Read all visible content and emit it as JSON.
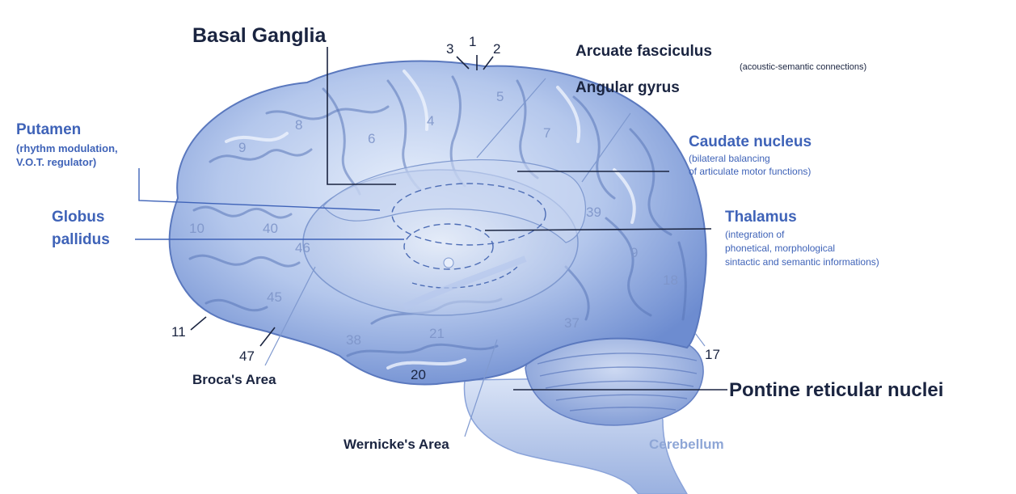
{
  "title": "Basal Ganglia",
  "labels": {
    "arcuate": "Arcuate fasciculus",
    "arcuate_note": "(acoustic-semantic connections)",
    "angular": "Angular gyrus",
    "putamen": "Putamen",
    "putamen_note1": "(rhythm modulation,",
    "putamen_note2": "V.O.T. regulator)",
    "caudate": "Caudate nucleus",
    "caudate_note1": "(bilateral balancing",
    "caudate_note2": "of articulate motor functions)",
    "globus1": "Globus",
    "globus2": "pallidus",
    "thalamus": "Thalamus",
    "thalamus_note1": "(integration of",
    "thalamus_note2": "phonetical, morphological",
    "thalamus_note3": "sintactic and semantic informations)",
    "pontine": "Pontine reticular nuclei",
    "broca": "Broca's Area",
    "wernicke": "Wernicke's Area",
    "cerebellum": "Cerebellum"
  },
  "area_numbers": {
    "n1": "1",
    "n2": "2",
    "n3": "3",
    "n4": "4",
    "n5": "5",
    "n6": "6",
    "n7": "7",
    "n8": "8",
    "n9": "9",
    "n9b": "9",
    "n10": "10",
    "n11": "11",
    "n17": "17",
    "n18": "18",
    "n20": "20",
    "n21": "21",
    "n37": "37",
    "n38": "38",
    "n39": "39",
    "n40": "40",
    "n45": "45",
    "n46": "46",
    "n47": "47"
  },
  "colors": {
    "brain": "#9fb6e4",
    "brain_light": "#dfe8f8",
    "label_dark": "#1a2440",
    "label_blue": "#3f63b8",
    "cerebellum_label": "#8ea6d6"
  }
}
